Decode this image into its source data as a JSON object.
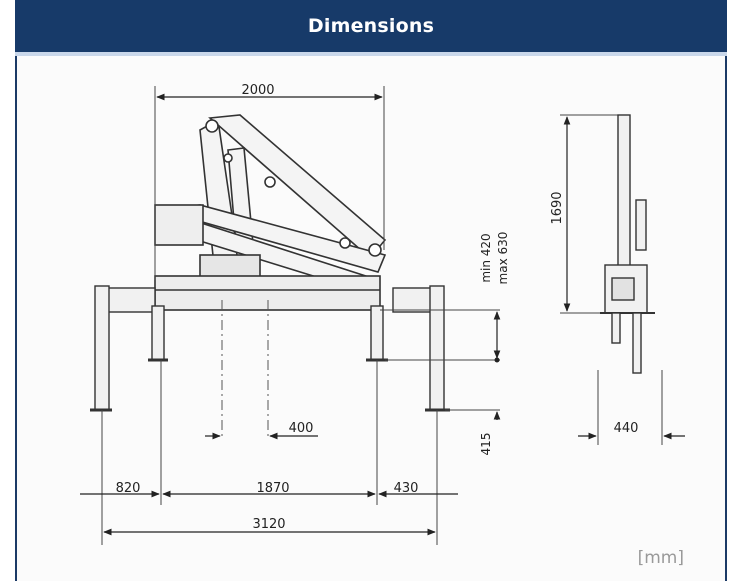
{
  "header": {
    "title": "Dimensions"
  },
  "drawing": {
    "unit_label": "[mm]",
    "dims": {
      "top_width": "2000",
      "height_main": "1690",
      "min_height": "min 420",
      "max_height": "max 630",
      "drop": "415",
      "offset": "400",
      "left": "820",
      "middle": "1870",
      "right": "430",
      "total": "3120",
      "side_width": "440"
    }
  }
}
